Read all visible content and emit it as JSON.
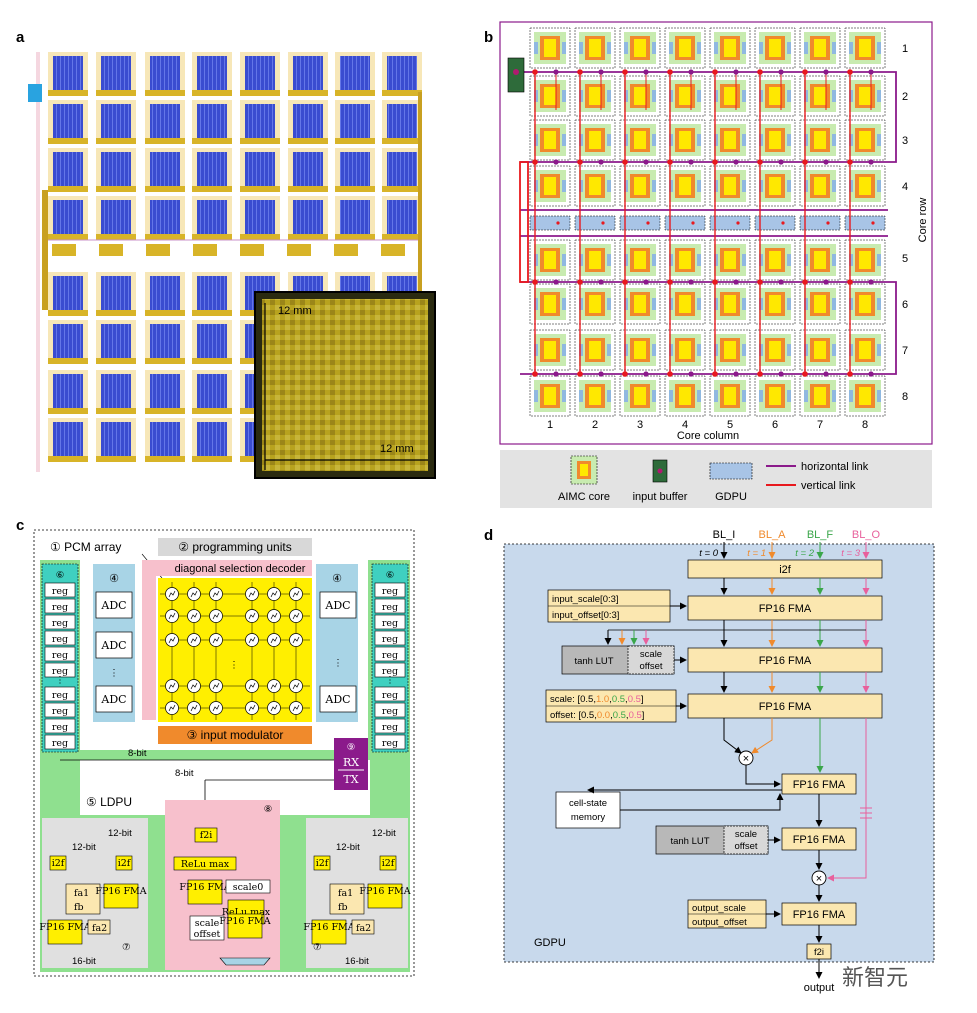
{
  "panels": {
    "a": {
      "letter": "a",
      "dim_v": "12 mm",
      "dim_h": "12 mm"
    },
    "b": {
      "letter": "b",
      "row_axis": "Core row",
      "col_axis": "Core column",
      "row_labels": [
        "1",
        "2",
        "3",
        "4",
        "5",
        "6",
        "7",
        "8"
      ],
      "col_labels": [
        "1",
        "2",
        "3",
        "4",
        "5",
        "6",
        "7",
        "8"
      ],
      "legend": {
        "aimc": "AIMC core",
        "input_buffer": "input buffer",
        "gdpu": "GDPU",
        "horizontal": "horizontal link",
        "vertical": "vertical link"
      },
      "colors": {
        "horizontal": "#8b1a8b",
        "vertical": "#e8191e",
        "core_yellow": "#ffe800",
        "aimc_green": "#3cb24a"
      }
    },
    "c": {
      "letter": "c",
      "pcm_array": "① PCM array",
      "programming_units": "② programming units",
      "decoder": "diagonal selection decoder",
      "input_modulator": "③ input modulator",
      "adc_block": "④",
      "reg_block": "⑥",
      "ldpu": "⑤ LDPU",
      "digital_unit": "⑦",
      "relu_unit": "⑧",
      "rxtx_unit": "⑨",
      "adc": "ADC",
      "reg": "reg",
      "rx": "RX",
      "tx": "TX",
      "bits_8": "8-bit",
      "bits_12": "12-bit",
      "bits_16": "16-bit",
      "i2f": "i2f",
      "f2i": "f2i",
      "fp16_fma": "FP16 FMA",
      "relu_max": "ReLu max",
      "scale0": "scale0",
      "scale": "scale",
      "offset": "offset",
      "fa1": "fa1",
      "fa2": "fa2",
      "fb": "fb",
      "ellipsis": "⋮"
    },
    "d": {
      "letter": "d",
      "inputs": [
        "BL_I",
        "BL_A",
        "BL_F",
        "BL_O"
      ],
      "times": [
        "t = 0",
        "t = 1",
        "t = 2",
        "t = 3"
      ],
      "input_colors": [
        "#000000",
        "#f08a2c",
        "#3aa64a",
        "#e8609c"
      ],
      "i2f": "i2f",
      "fp16_fma": "FP16 FMA",
      "input_scale": "input_scale[0:3]",
      "input_offset": "input_offset[0:3]",
      "tanh_lut": "tanh LUT",
      "scale": "scale",
      "offset": "offset",
      "scale_prefix": "scale: [",
      "offset_prefix": "offset: [",
      "scale_vals": [
        "0.5",
        "1.0",
        "0.5",
        "0.5"
      ],
      "offset_vals": [
        "0.5",
        "0.0",
        "0.5",
        "0.5"
      ],
      "close_bracket": "]",
      "cell_state": "cell-state memory",
      "output_scale": "output_scale",
      "output_offset": "output_offset",
      "f2i": "f2i",
      "output": "output",
      "gdpu": "GDPU"
    }
  },
  "watermark": "新智元"
}
